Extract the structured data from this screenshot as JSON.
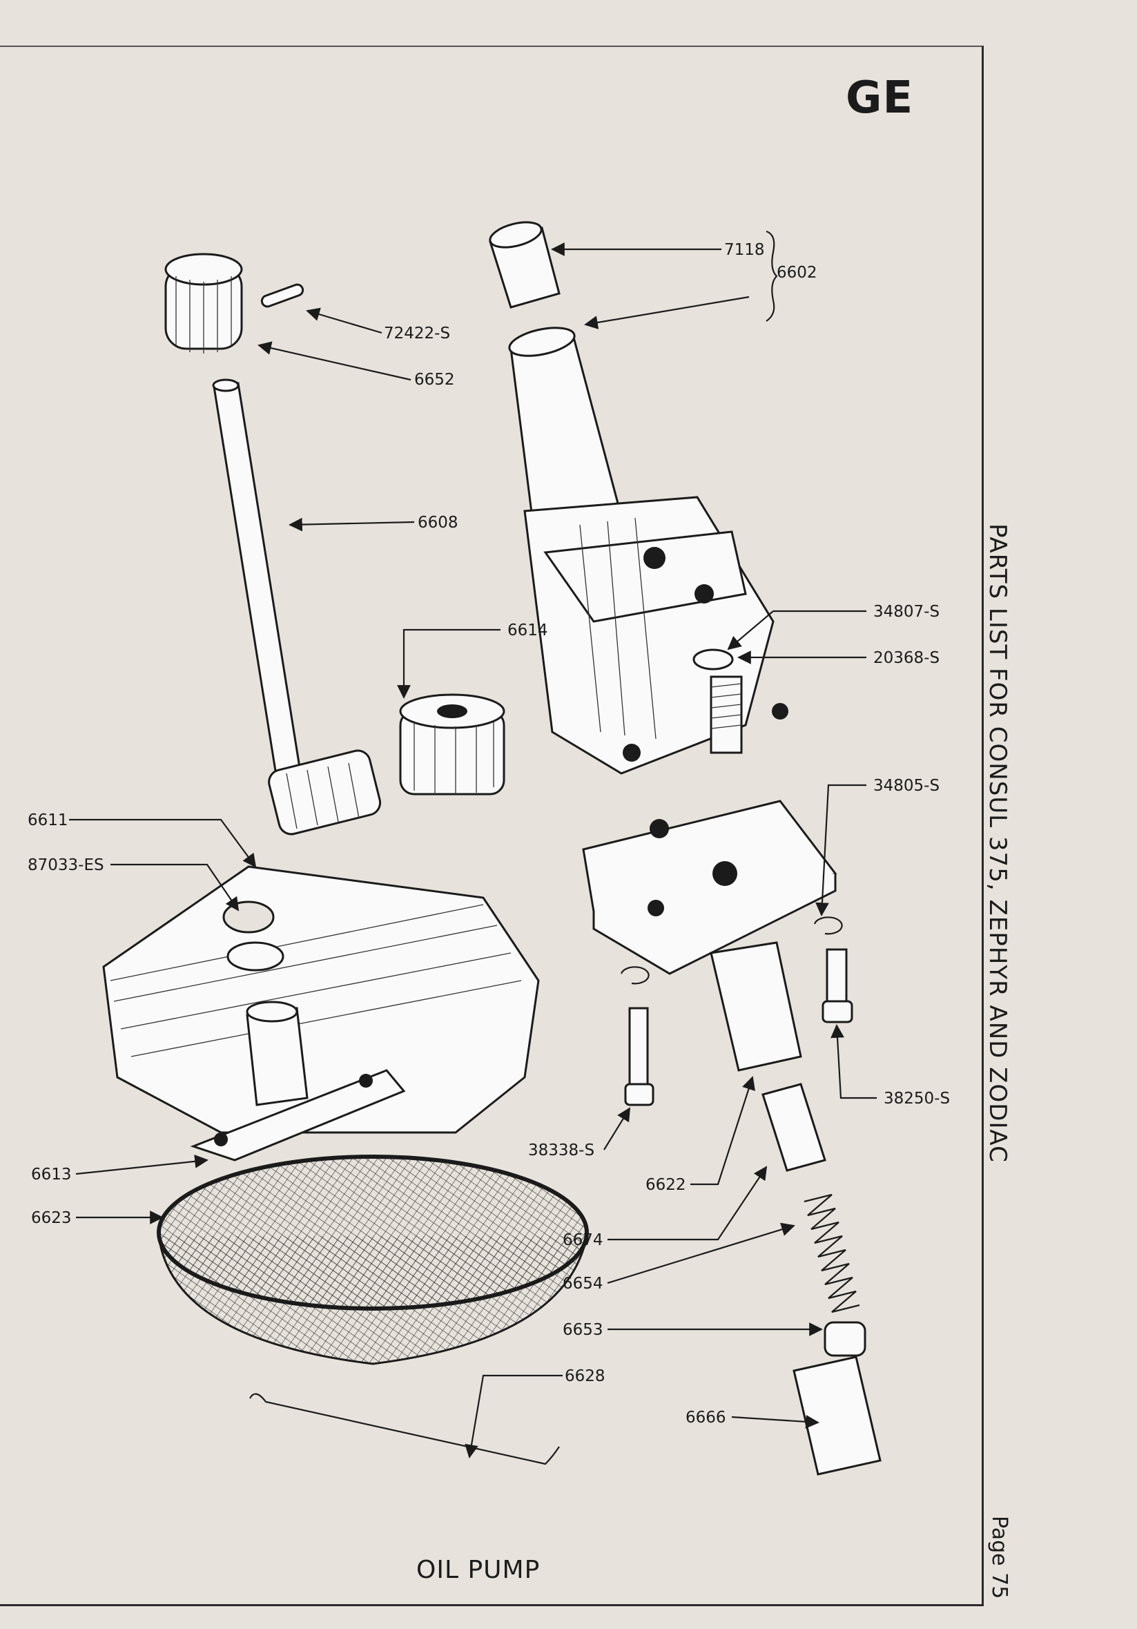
{
  "header": {
    "section_code": "GE"
  },
  "side_title": "PARTS LIST FOR CONSUL 375, ZEPHYR AND ZODIAC",
  "page_number": "Page 75",
  "caption": "OIL PUMP",
  "callouts": {
    "c7118": "7118",
    "c6602": "6602",
    "c72422": "72422-S",
    "c6652": "6652",
    "c6608": "6608",
    "c6614": "6614",
    "c34807": "34807-S",
    "c20368": "20368-S",
    "c34805": "34805-S",
    "c6611": "6611",
    "c87033": "87033-ES",
    "c38250": "38250-S",
    "c38338": "38338-S",
    "c6622": "6622",
    "c6613": "6613",
    "c6674": "6674",
    "c6623": "6623",
    "c6654": "6654",
    "c6653": "6653",
    "c6628": "6628",
    "c6666": "6666"
  }
}
